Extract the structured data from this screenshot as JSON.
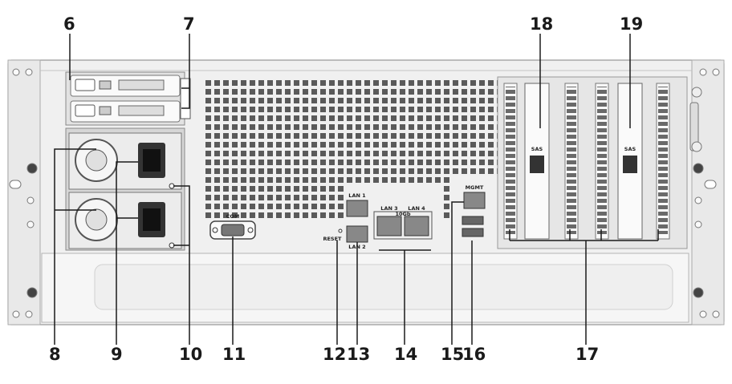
{
  "callouts": {
    "c6": "6",
    "c7": "7",
    "c18": "18",
    "c19": "19",
    "c8": "8",
    "c9": "9",
    "c10": "10",
    "c11": "11",
    "c12": "12",
    "c13": "13",
    "c14": "14",
    "c15": "15",
    "c16": "16",
    "c17": "17"
  },
  "port_labels": {
    "com": "COM",
    "reset": "RESET",
    "lan1": "LAN 1",
    "lan2": "LAN 2",
    "lan3": "LAN 3",
    "lan4": "LAN 4",
    "tengb": "10Gb",
    "mgmt": "MGMT",
    "sas_left": "SAS",
    "sas_right": "SAS"
  },
  "colors": {
    "chassis": "#f1f1f1",
    "chassis_edge": "#9a9a9a",
    "vent": "#555555",
    "leader": "#1a1a1a"
  }
}
